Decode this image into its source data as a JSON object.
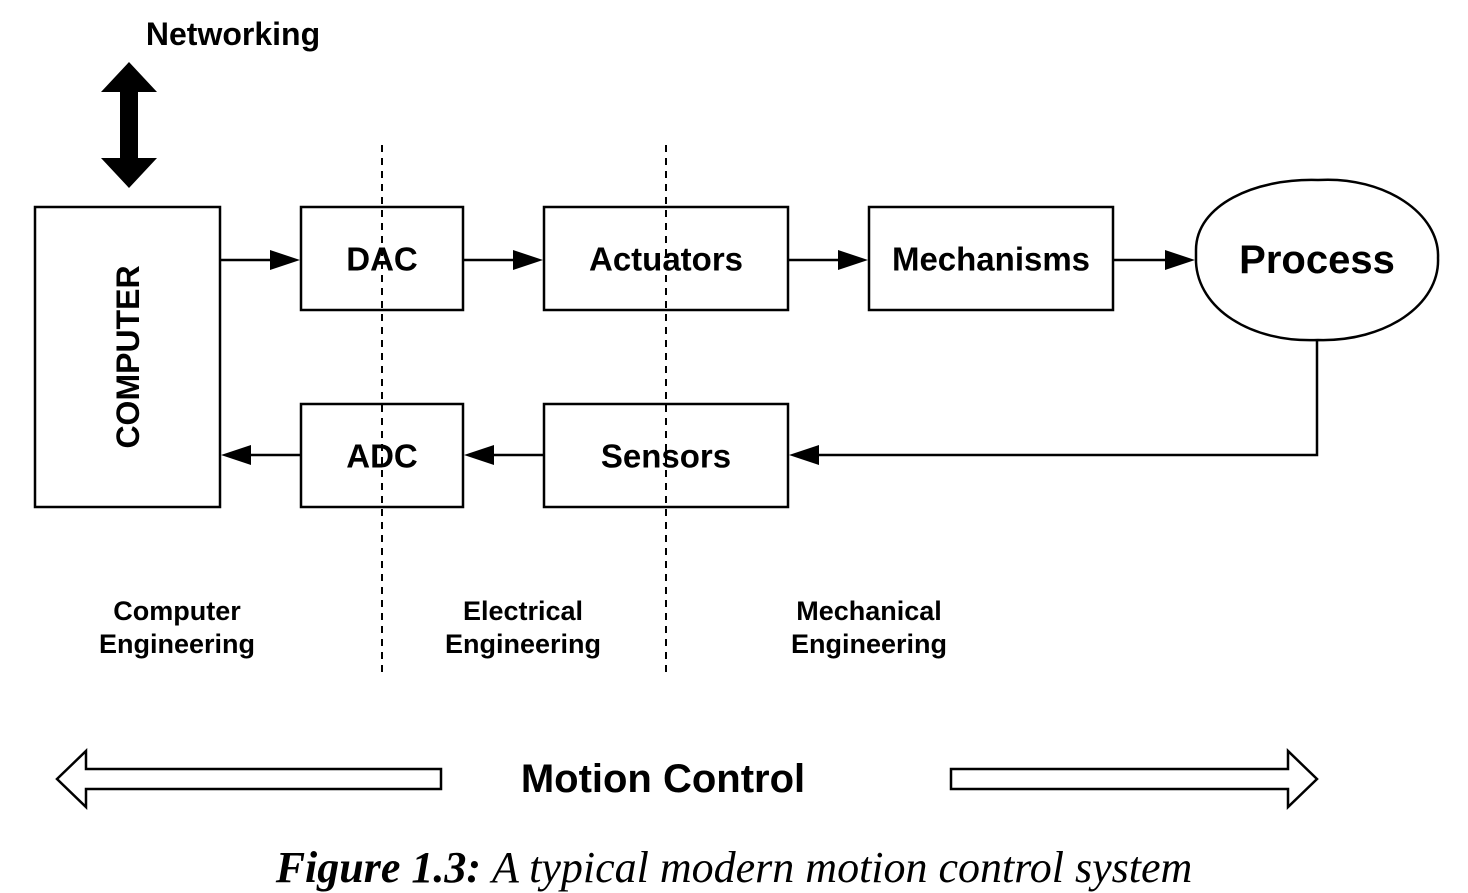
{
  "networking": "Networking",
  "blocks": {
    "computer": "COMPUTER",
    "dac": "DAC",
    "actuators": "Actuators",
    "mechanisms": "Mechanisms",
    "process": "Process",
    "adc": "ADC",
    "sensors": "Sensors"
  },
  "disciplines": {
    "computer": [
      "Computer",
      "Engineering"
    ],
    "electrical": [
      "Electrical",
      "Engineering"
    ],
    "mechanical": [
      "Mechanical",
      "Engineering"
    ]
  },
  "motion_control": "Motion Control",
  "caption": {
    "label": "Figure 1.3:",
    "text": "A typical modern motion control system"
  }
}
